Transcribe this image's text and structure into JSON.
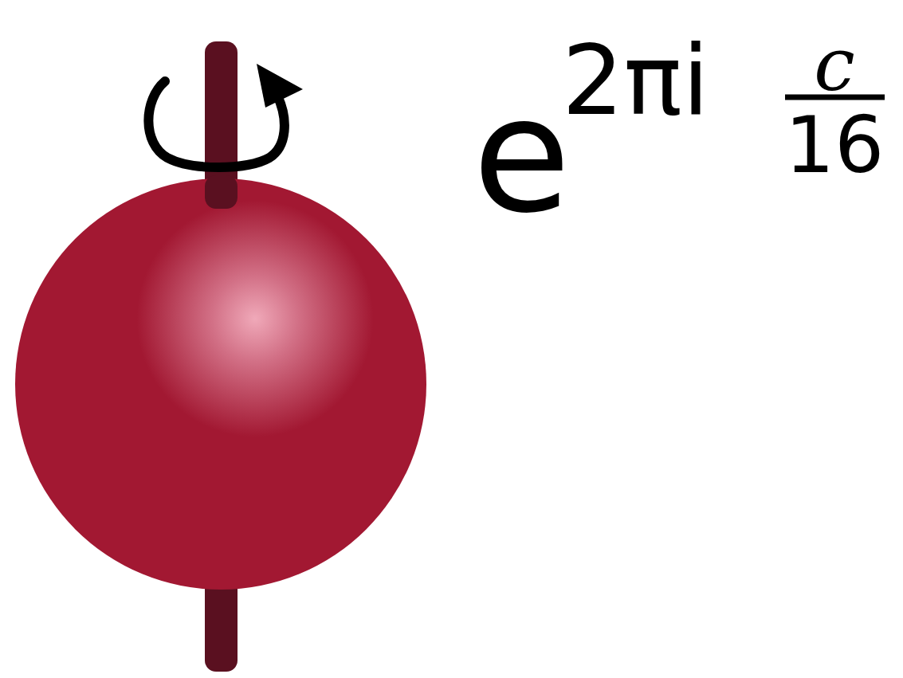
{
  "diagram": {
    "labels": [
      "e",
      "2πi",
      "c",
      "16"
    ]
  }
}
